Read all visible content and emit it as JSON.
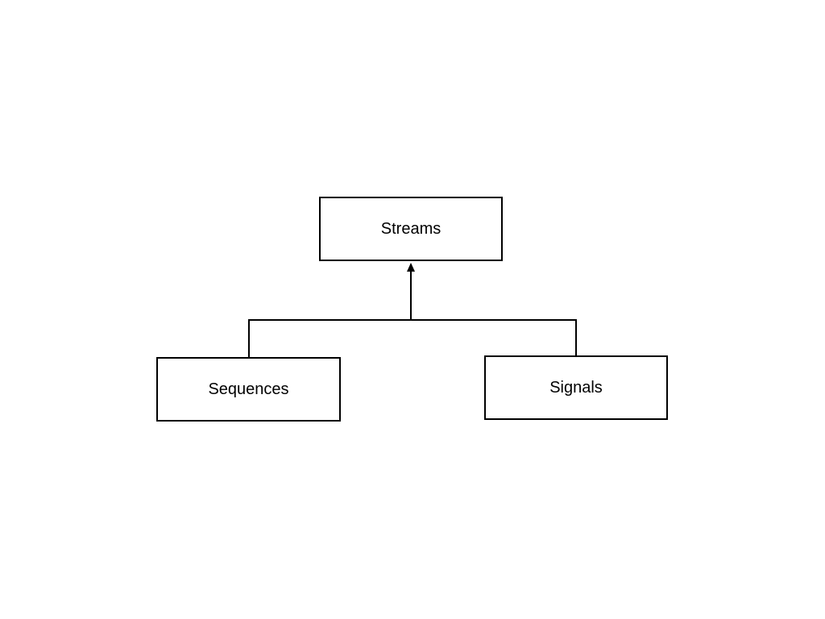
{
  "nodes": {
    "parent": {
      "label": "Streams"
    },
    "left_child": {
      "label": "Sequences"
    },
    "right_child": {
      "label": "Signals"
    }
  },
  "edges": [
    {
      "from": "Sequences",
      "to": "Streams",
      "type": "inheritance-arrow"
    },
    {
      "from": "Signals",
      "to": "Streams",
      "type": "inheritance-arrow"
    }
  ],
  "colors": {
    "stroke": "#000000",
    "background": "#ffffff",
    "text": "#000000"
  }
}
